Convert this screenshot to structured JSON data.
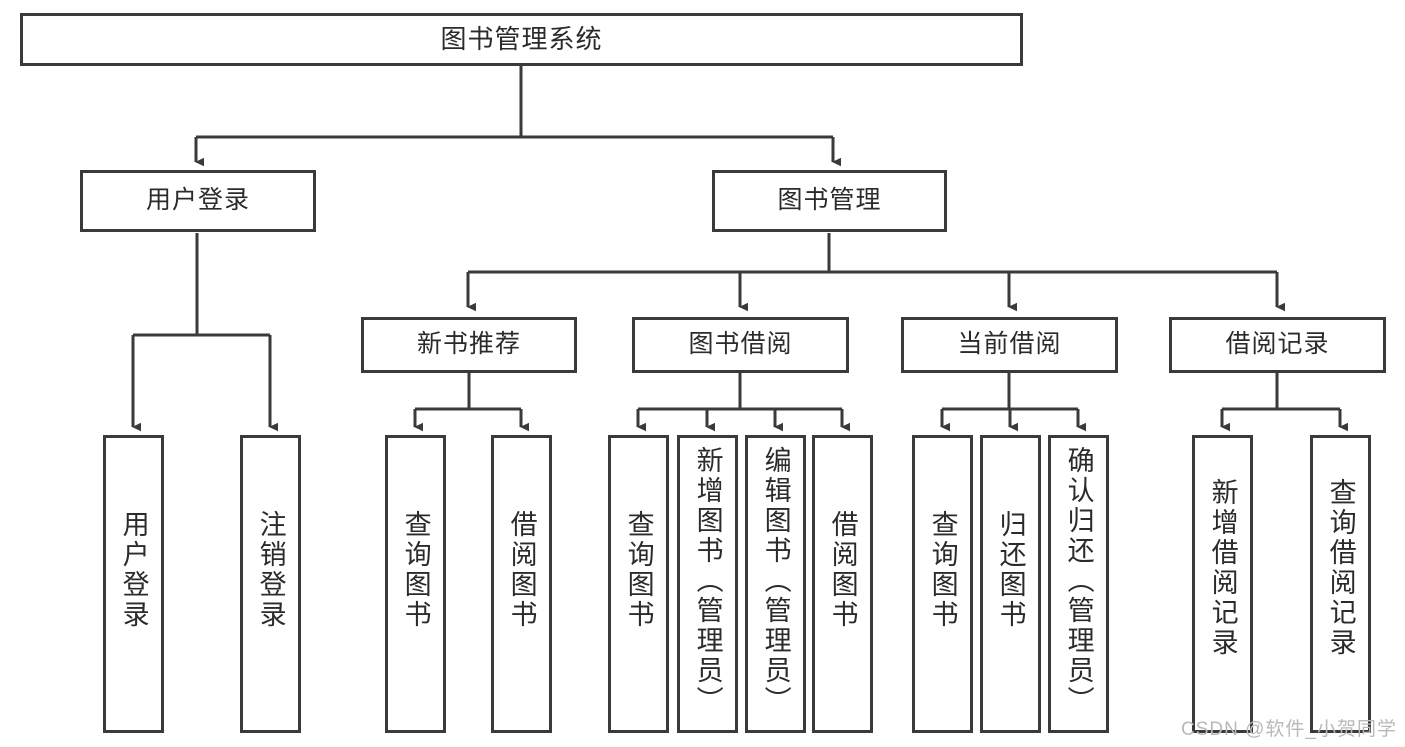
{
  "diagram": {
    "type": "tree",
    "title": "图书管理系统",
    "watermark": "CSDN @软件_小贺同学",
    "colors": {
      "box_border": "#3a3a3a",
      "box_fill": "#ffffff",
      "line": "#3a3a3a",
      "text": "#2b2b2b",
      "watermark": "#b9b9b9"
    },
    "root": {
      "label": "图书管理系统"
    },
    "level1": [
      {
        "label": "用户登录"
      },
      {
        "label": "图书管理"
      }
    ],
    "level2": [
      {
        "label": "新书推荐"
      },
      {
        "label": "图书借阅"
      },
      {
        "label": "当前借阅"
      },
      {
        "label": "借阅记录"
      }
    ],
    "leaves": {
      "user_login": [
        {
          "label": "用户登录"
        },
        {
          "label": "注销登录"
        }
      ],
      "new_book_recommend": [
        {
          "label": "查询图书"
        },
        {
          "label": "借阅图书"
        }
      ],
      "book_borrow": [
        {
          "label": "查询图书"
        },
        {
          "label": "新增图书（管理员）"
        },
        {
          "label": "编辑图书（管理员）"
        },
        {
          "label": "借阅图书"
        }
      ],
      "current_borrow": [
        {
          "label": "查询图书"
        },
        {
          "label": "归还图书"
        },
        {
          "label": "确认归还（管理员）"
        }
      ],
      "borrow_records": [
        {
          "label": "新增借阅记录"
        },
        {
          "label": "查询借阅记录"
        }
      ]
    }
  }
}
